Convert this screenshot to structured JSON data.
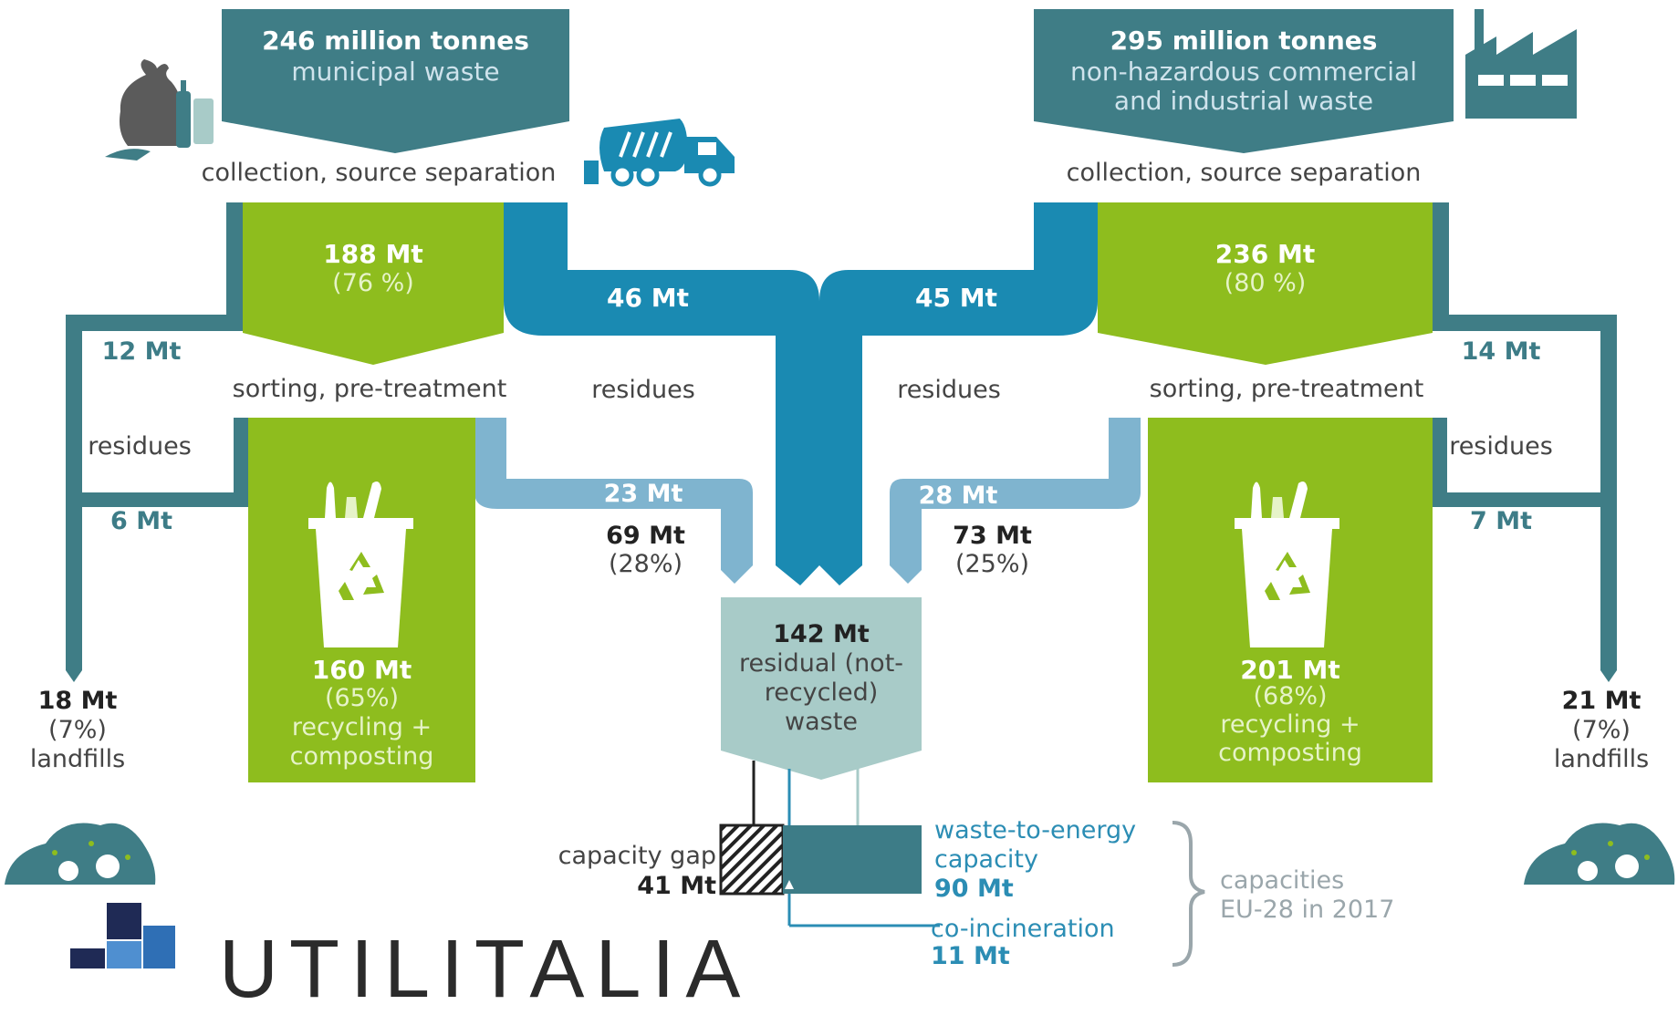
{
  "colors": {
    "teal_dark": "#3f7d86",
    "blue": "#1a8ab2",
    "light_blue": "#7fb4cf",
    "green": "#8ebd1e",
    "grey_box": "#a8cbc8",
    "dark_teal_box": "#3d7c87"
  },
  "icons": [
    "waste-bag-icon",
    "garbage-truck-icon",
    "factory-icon",
    "recycling-bin-icon",
    "landfill-icon",
    "utilitalia-logo-icon"
  ],
  "municipal": {
    "title": "246 million tonnes",
    "subtitle": "municipal waste",
    "collection": "collection, source separation",
    "separated": "188 Mt",
    "separated_pct": "(76 %)",
    "residues_collection": "46 Mt",
    "direct_landfill": "12 Mt",
    "sorting": "sorting, pre-treatment",
    "residues_label_a": "residues",
    "residues_label_b": "residues",
    "sorting_residues": "23 Mt",
    "sorting_landfill": "6 Mt",
    "residual_total": "69 Mt",
    "residual_pct": "(28%)",
    "recycling": "160 Mt",
    "recycling_pct": "(65%)",
    "recycling_label_1": "recycling +",
    "recycling_label_2": "composting",
    "landfill": "18 Mt",
    "landfill_pct": "(7%)",
    "landfill_label": "landfills"
  },
  "industrial": {
    "title": "295 million tonnes",
    "subtitle_1": "non-hazardous commercial",
    "subtitle_2": "and industrial waste",
    "collection": "collection, source separation",
    "separated": "236 Mt",
    "separated_pct": "(80 %)",
    "residues_collection": "45 Mt",
    "direct_landfill": "14 Mt",
    "sorting": "sorting, pre-treatment",
    "residues_label_a": "residues",
    "residues_label_b": "residues",
    "sorting_residues": "28 Mt",
    "sorting_landfill": "7 Mt",
    "residual_total": "73 Mt",
    "residual_pct": "(25%)",
    "recycling": "201 Mt",
    "recycling_pct": "(68%)",
    "recycling_label_1": "recycling +",
    "recycling_label_2": "composting",
    "landfill": "21 Mt",
    "landfill_pct": "(7%)",
    "landfill_label": "landfills"
  },
  "residual": {
    "value": "142 Mt",
    "label_1": "residual (not-",
    "label_2": "recycled)",
    "label_3": "waste"
  },
  "capacities": {
    "gap_label": "capacity gap",
    "gap_value": "41 Mt",
    "wte_label_1": "waste-to-energy",
    "wte_label_2": "capacity",
    "wte_value": "90 Mt",
    "coinc_label": "co-incineration",
    "coinc_value": "11 Mt",
    "brace_label_1": "capacities",
    "brace_label_2": "EU-28 in 2017"
  },
  "logo": {
    "text": "UTILITALIA"
  }
}
